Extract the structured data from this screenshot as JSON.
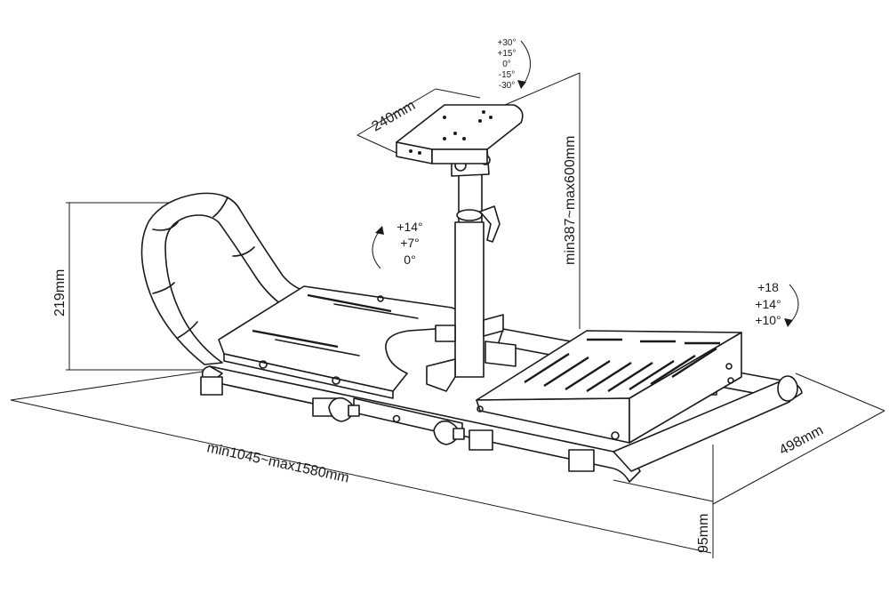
{
  "dimensions": {
    "wheel_plate_width": "240mm",
    "column_height": "min387~max600mm",
    "seat_height": "219mm",
    "frame_length": "min1045~max1580mm",
    "frame_width": "498mm",
    "foot_height": "95mm"
  },
  "angles": {
    "wheel_plate": [
      "+30°",
      "+15°",
      "0°",
      "-15°",
      "-30°"
    ],
    "column": [
      "+14°",
      "+7°",
      "0°"
    ],
    "pedal_plate": [
      "+18",
      "+14°",
      "+10°"
    ]
  }
}
